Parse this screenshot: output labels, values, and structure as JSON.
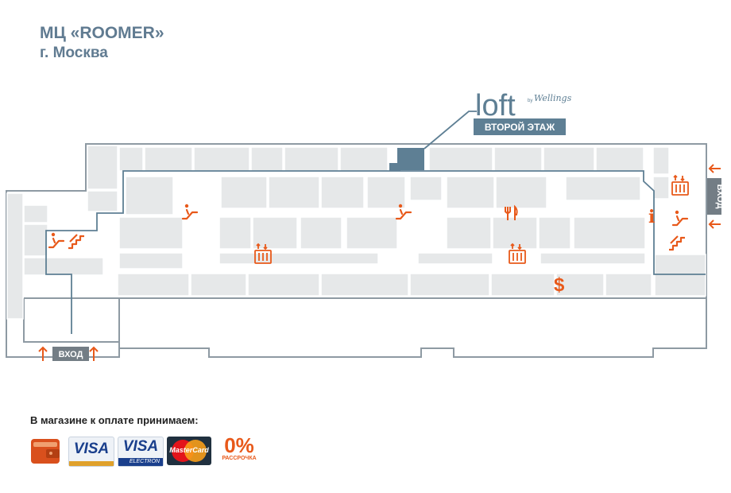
{
  "header": {
    "title": "МЦ «ROOMER»",
    "subtitle": "г. Москва"
  },
  "map": {
    "store_logo": "loft",
    "store_logo_by": "by",
    "store_logo_brand": "Wellings",
    "store_floor_label": "ВТОРОЙ ЭТАЖ",
    "entrance_label": "ВХОД",
    "entrance_label_side": "ВХОД",
    "colors": {
      "outline": "#8e9aa3",
      "store": "#e6e8e9",
      "route": "#5e7f94",
      "highlight": "#5e7f94",
      "icon": "#e8591a"
    },
    "icons": [
      "escalator-icon",
      "stairs-icon",
      "elevator-icon",
      "restaurant-icon",
      "info-icon",
      "atm-icon",
      "entrance-arrow-icon"
    ]
  },
  "payment": {
    "heading": "В магазине к оплате принимаем:",
    "visa_label": "VISA",
    "visa_electron_label": "VISA",
    "visa_electron_sub": "ELECTRON",
    "mastercard_label": "MasterCard",
    "installment_big": "0%",
    "installment_small": "РАССРОЧКА"
  }
}
